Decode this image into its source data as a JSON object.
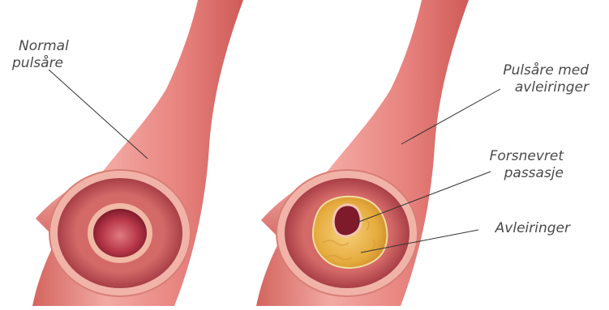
{
  "labels": {
    "normal_artery_line1": "Normal",
    "normal_artery_line2": "pulsåre",
    "plaque_artery_line1": "Pulsåre med",
    "plaque_artery_line2": "avleiringer",
    "narrowed_passage_line1": "Forsnevret",
    "narrowed_passage_line2": "passasje",
    "deposits": "Avleiringer"
  },
  "colors": {
    "vessel_main": "#e8837f",
    "vessel_light": "#f3a9a3",
    "vessel_dark": "#d3645f",
    "wall_outer": "#f1b3a8",
    "wall_mid": "#c9585a",
    "lumen": "#b02c3c",
    "plaque": "#e7b24a",
    "leader_line": "#333333"
  }
}
